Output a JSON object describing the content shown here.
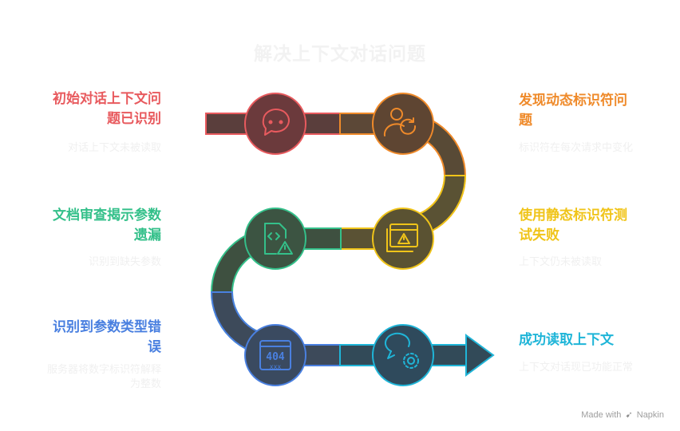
{
  "title": "解决上下文对话问题",
  "colors": {
    "red": "#e85a5e",
    "orange": "#ef8a2a",
    "yellow": "#f0c419",
    "green": "#34c08a",
    "blue": "#4a80e0",
    "cyan": "#1fb5d8",
    "path_fill": "#544a42"
  },
  "steps": [
    {
      "title": "初始对话上下文问题已识别",
      "title_lines": [
        "初始对话上下文问",
        "题已识别"
      ],
      "desc": "对话上下文未被读取",
      "icon": "chat-bubble-icon"
    },
    {
      "title": "发现动态标识符问题",
      "title_lines": [
        "发现动态标识符问",
        "题"
      ],
      "desc": "标识符在每次请求中变化",
      "icon": "user-refresh-icon"
    },
    {
      "title": "使用静态标识符测试失败",
      "title_lines": [
        "使用静态标识符测",
        "试失败"
      ],
      "desc": "上下文仍未被读取",
      "icon": "window-warning-icon"
    },
    {
      "title": "文档审查揭示参数遗漏",
      "title_lines": [
        "文档审查揭示参数",
        "遗漏"
      ],
      "desc": "识别到缺失参数",
      "icon": "code-file-warning-icon"
    },
    {
      "title": "识别到参数类型错误",
      "title_lines": [
        "识别到参数类型错",
        "误"
      ],
      "desc_lines": [
        "服务器将数字标识符解释",
        "为整数"
      ],
      "icon": "error-404-icon"
    },
    {
      "title": "成功读取上下文",
      "title_lines": [
        "成功读取上下文"
      ],
      "desc": "上下文对话现已功能正常",
      "icon": "chat-gear-icon"
    }
  ],
  "footer": {
    "made_with": "Made with",
    "brand": "Napkin"
  }
}
